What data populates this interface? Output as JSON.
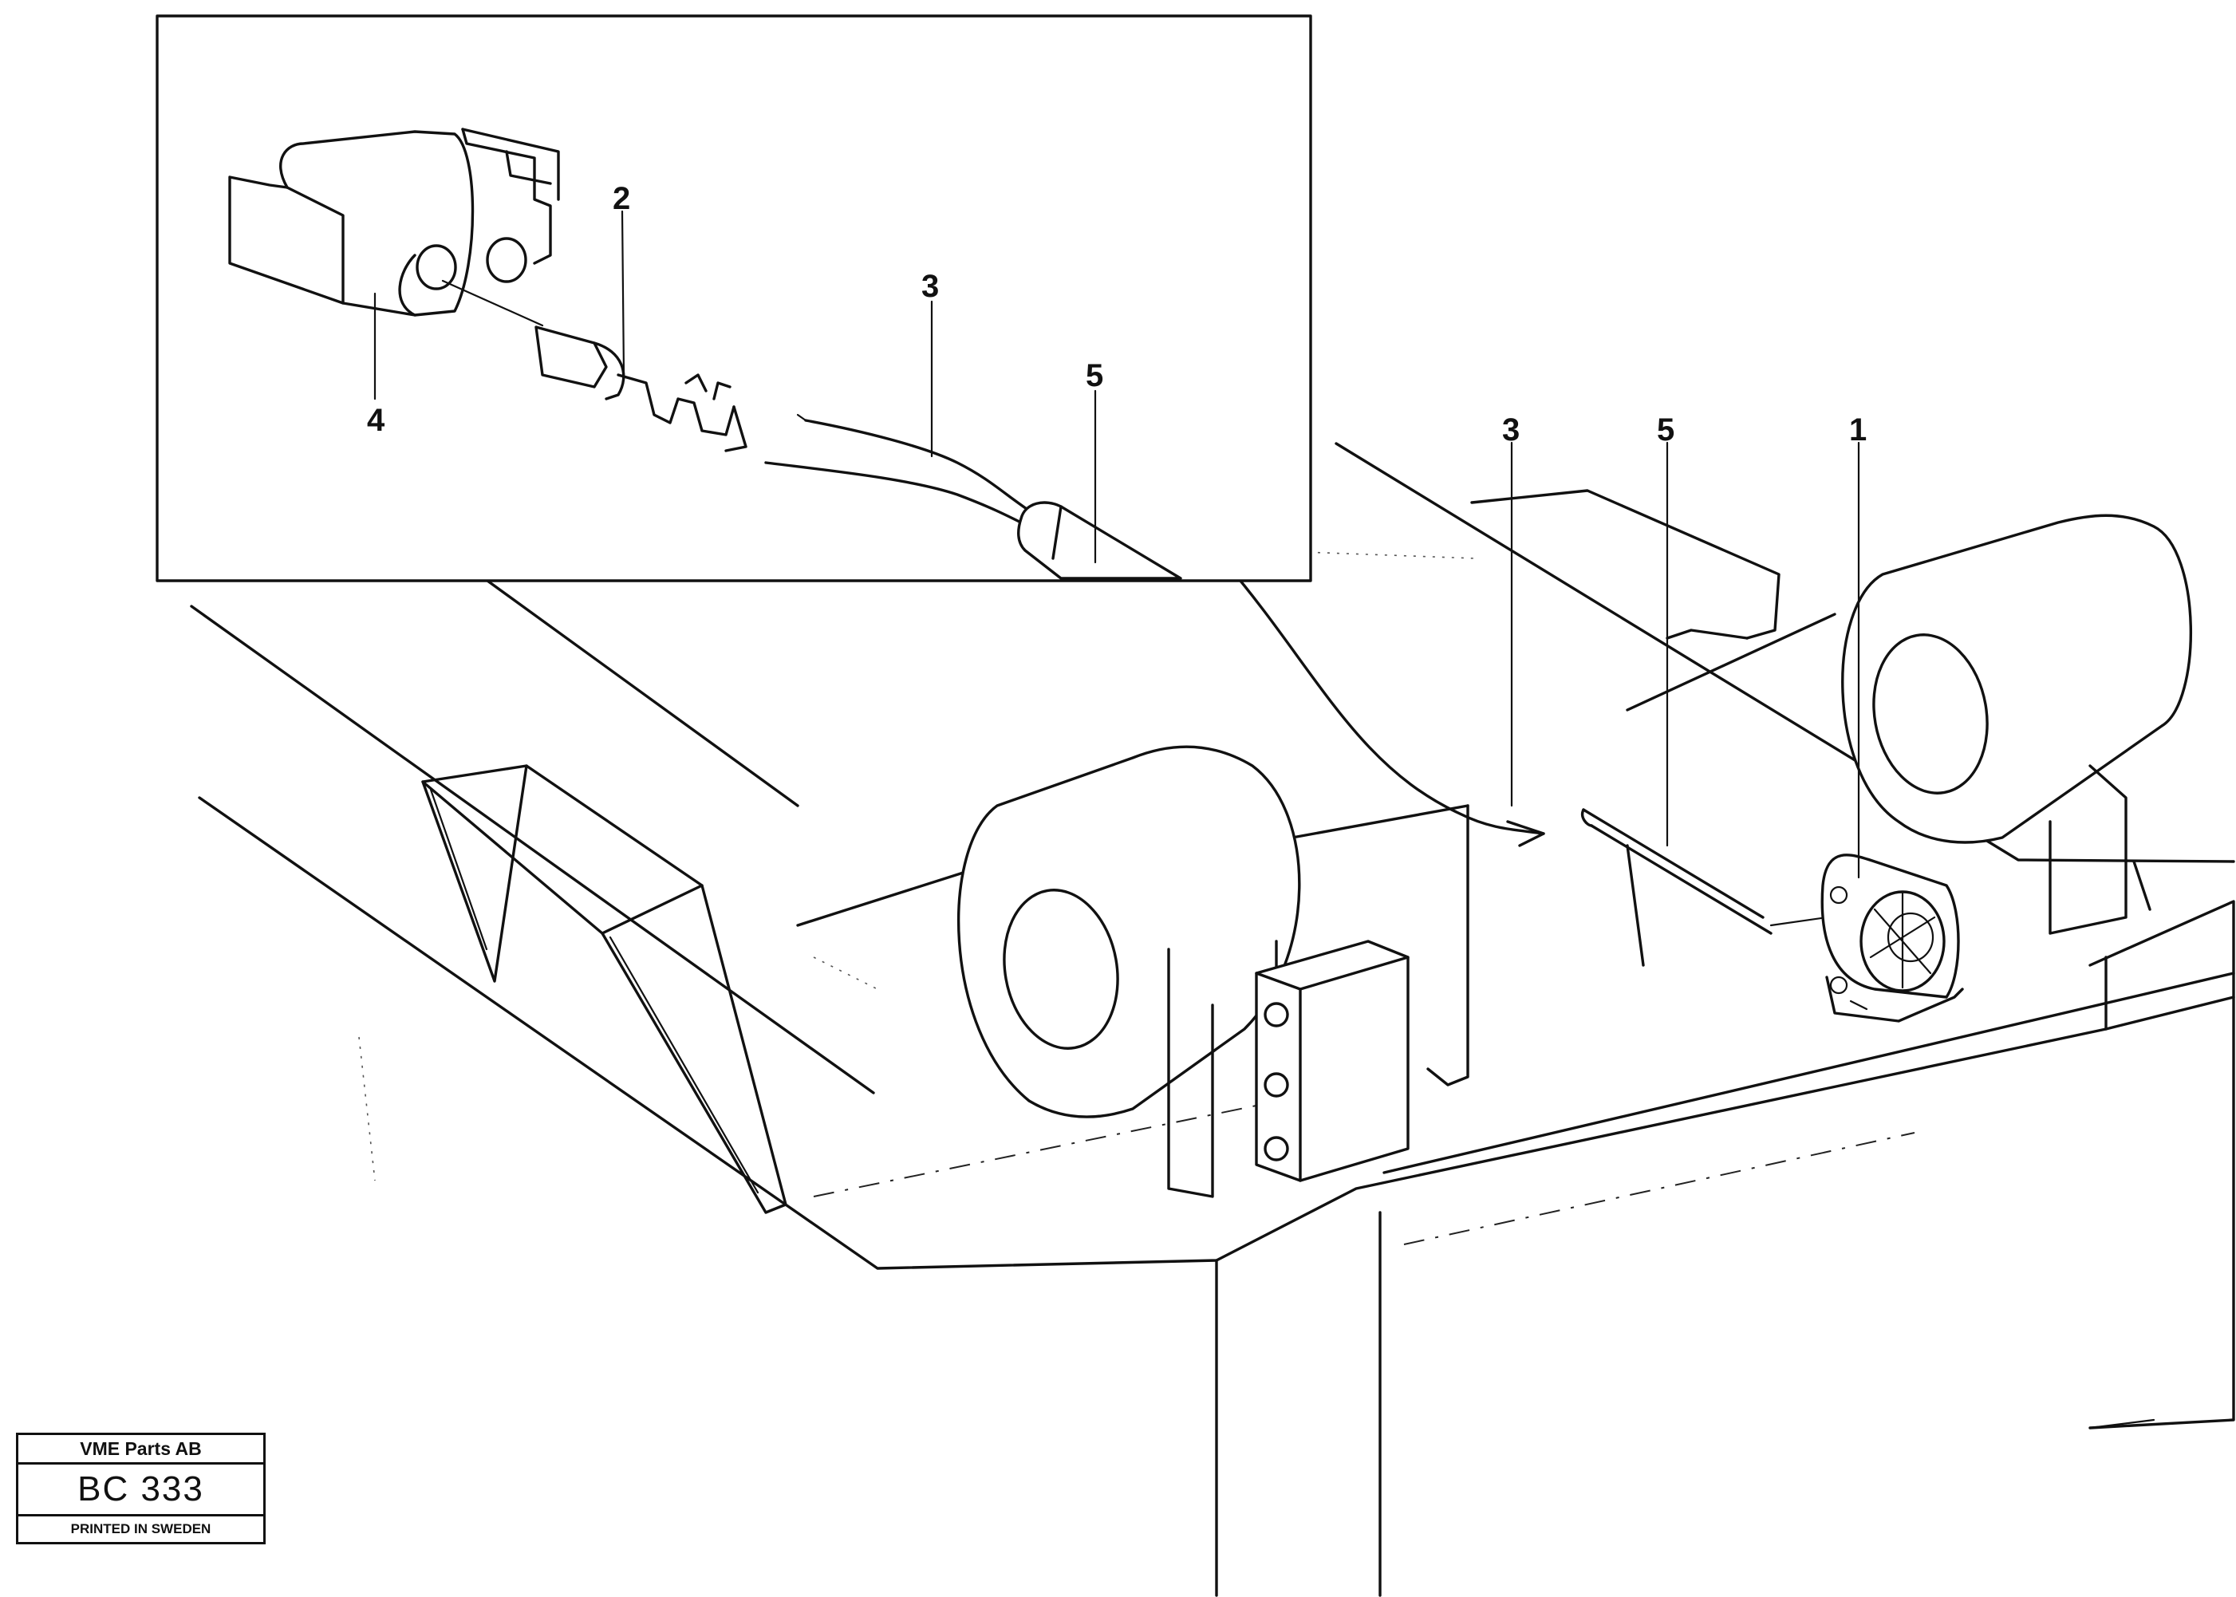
{
  "callouts": {
    "main": [
      "3",
      "5",
      "1"
    ],
    "inset": [
      "2",
      "3",
      "5",
      "4"
    ]
  },
  "stamp": {
    "company": "VME Parts AB",
    "code": "BC 333",
    "printed": "PRINTED IN SWEDEN"
  }
}
